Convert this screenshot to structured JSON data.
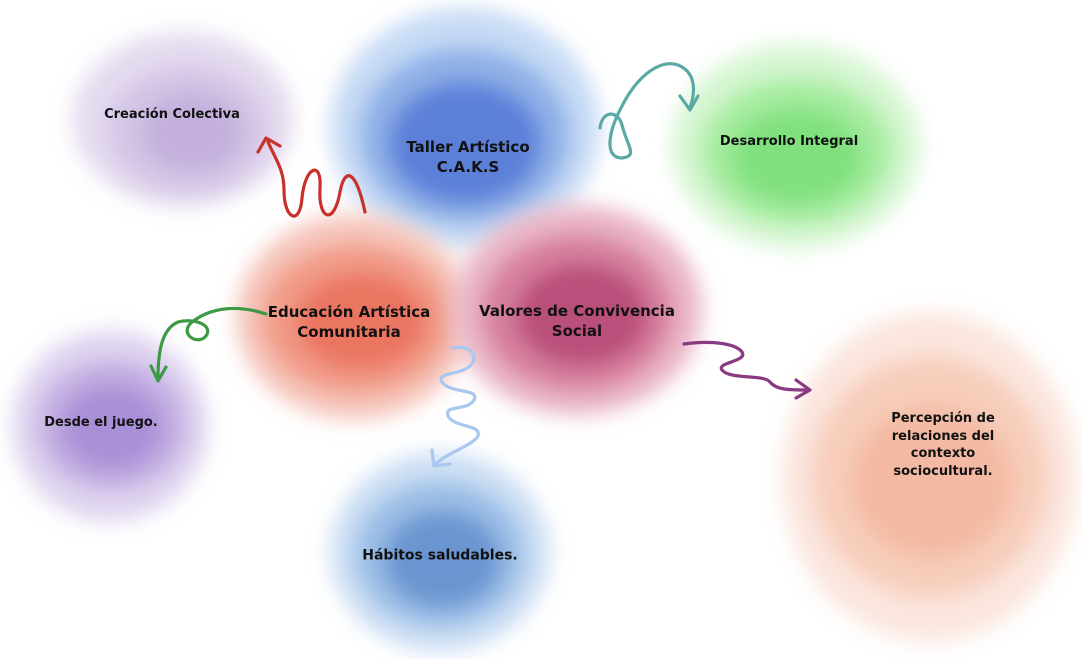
{
  "nodes": {
    "creacion": {
      "label": "Creación Colectiva",
      "color": "#c6b4dc"
    },
    "taller": {
      "label": "Taller Artístico\nC.A.K.S",
      "color": "#5b82d6"
    },
    "desarrollo": {
      "label": "Desarrollo Integral",
      "color": "#7fe07f"
    },
    "educacion": {
      "label": "Educación Artística\nComunitaria",
      "color": "#ec7f6a"
    },
    "valores": {
      "label": "Valores de Convivencia\nSocial",
      "color": "#c25f86"
    },
    "juego": {
      "label": "Desde el juego.",
      "color": "#b39ad8"
    },
    "percepcion": {
      "label": "Percepción de relaciones del contexto\nsociocultural.",
      "color": "#f4bca6"
    },
    "habitos": {
      "label": "Hábitos saludables.",
      "color": "#6f9bd2"
    }
  },
  "arrows": {
    "educacion_to_creacion": {
      "color": "#c8312b"
    },
    "taller_to_desarrollo": {
      "color": "#5aa9a5"
    },
    "educacion_to_juego": {
      "color": "#3c9a45"
    },
    "valores_to_percepcion": {
      "color": "#8a3a80"
    },
    "valores_to_habitos": {
      "color": "#a9c8ef"
    }
  }
}
